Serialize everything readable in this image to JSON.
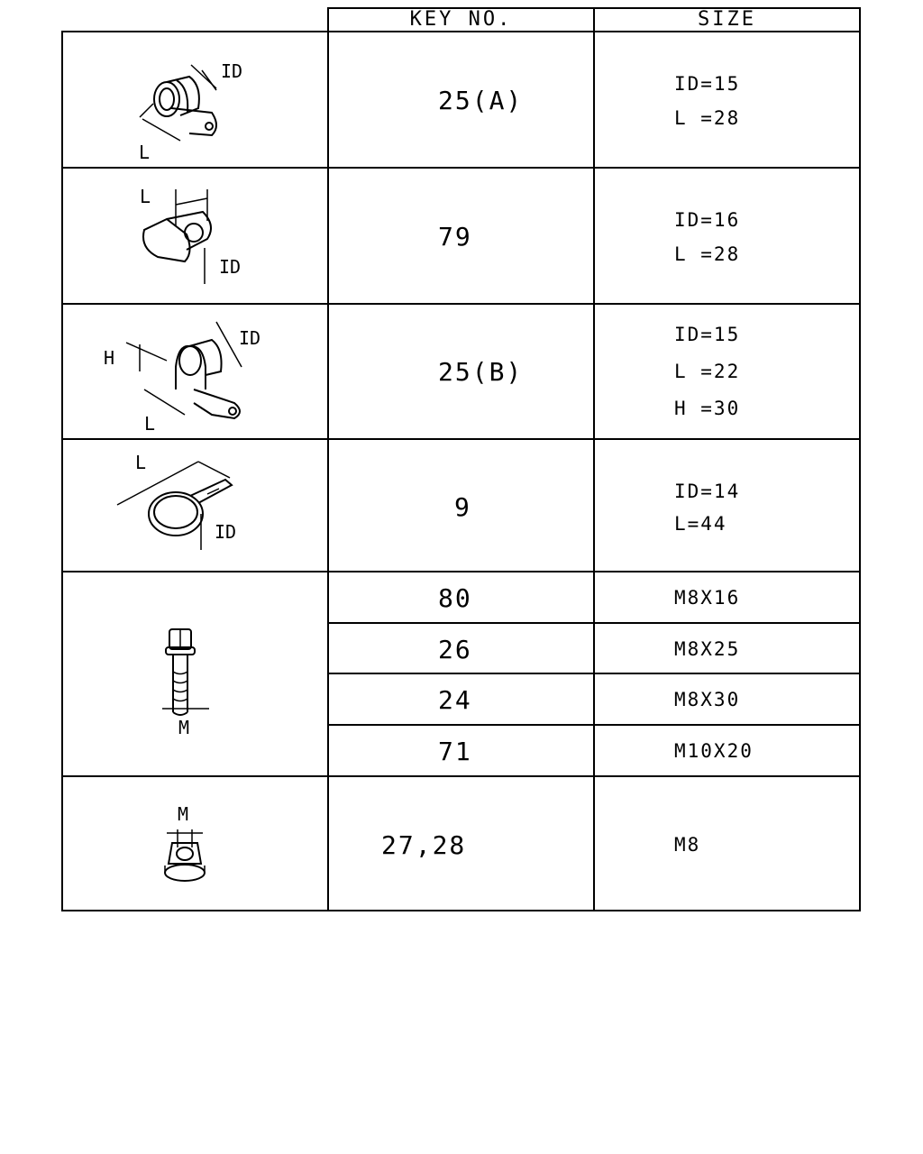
{
  "header": {
    "key_no": "KEY NO.",
    "size": "SIZE"
  },
  "rows": [
    {
      "id": "clamp-a",
      "illustration_labels": [
        "ID",
        "L"
      ],
      "key": "25(A)",
      "size_lines": [
        "ID=15",
        "L =28"
      ]
    },
    {
      "id": "clamp-79",
      "illustration_labels": [
        "L",
        "ID"
      ],
      "key": "79",
      "size_lines": [
        "ID=16",
        "L =28"
      ]
    },
    {
      "id": "clamp-b",
      "illustration_labels": [
        "H",
        "ID",
        "L"
      ],
      "key": "25(B)",
      "size_lines": [
        "ID=15",
        "L =22",
        "H =30"
      ]
    },
    {
      "id": "band-clamp",
      "illustration_labels": [
        "L",
        "ID"
      ],
      "key": "9",
      "size_lines": [
        "ID=14",
        "L=44"
      ]
    },
    {
      "id": "bolt",
      "illustration_labels": [
        "M"
      ],
      "sub_rows": [
        {
          "key": "80",
          "size": "M8X16"
        },
        {
          "key": "26",
          "size": "M8X25"
        },
        {
          "key": "24",
          "size": "M8X30"
        },
        {
          "key": "71",
          "size": "M10X20"
        }
      ]
    },
    {
      "id": "nut",
      "illustration_labels": [
        "M"
      ],
      "key": "27,28",
      "size_lines": [
        "M8"
      ]
    }
  ]
}
